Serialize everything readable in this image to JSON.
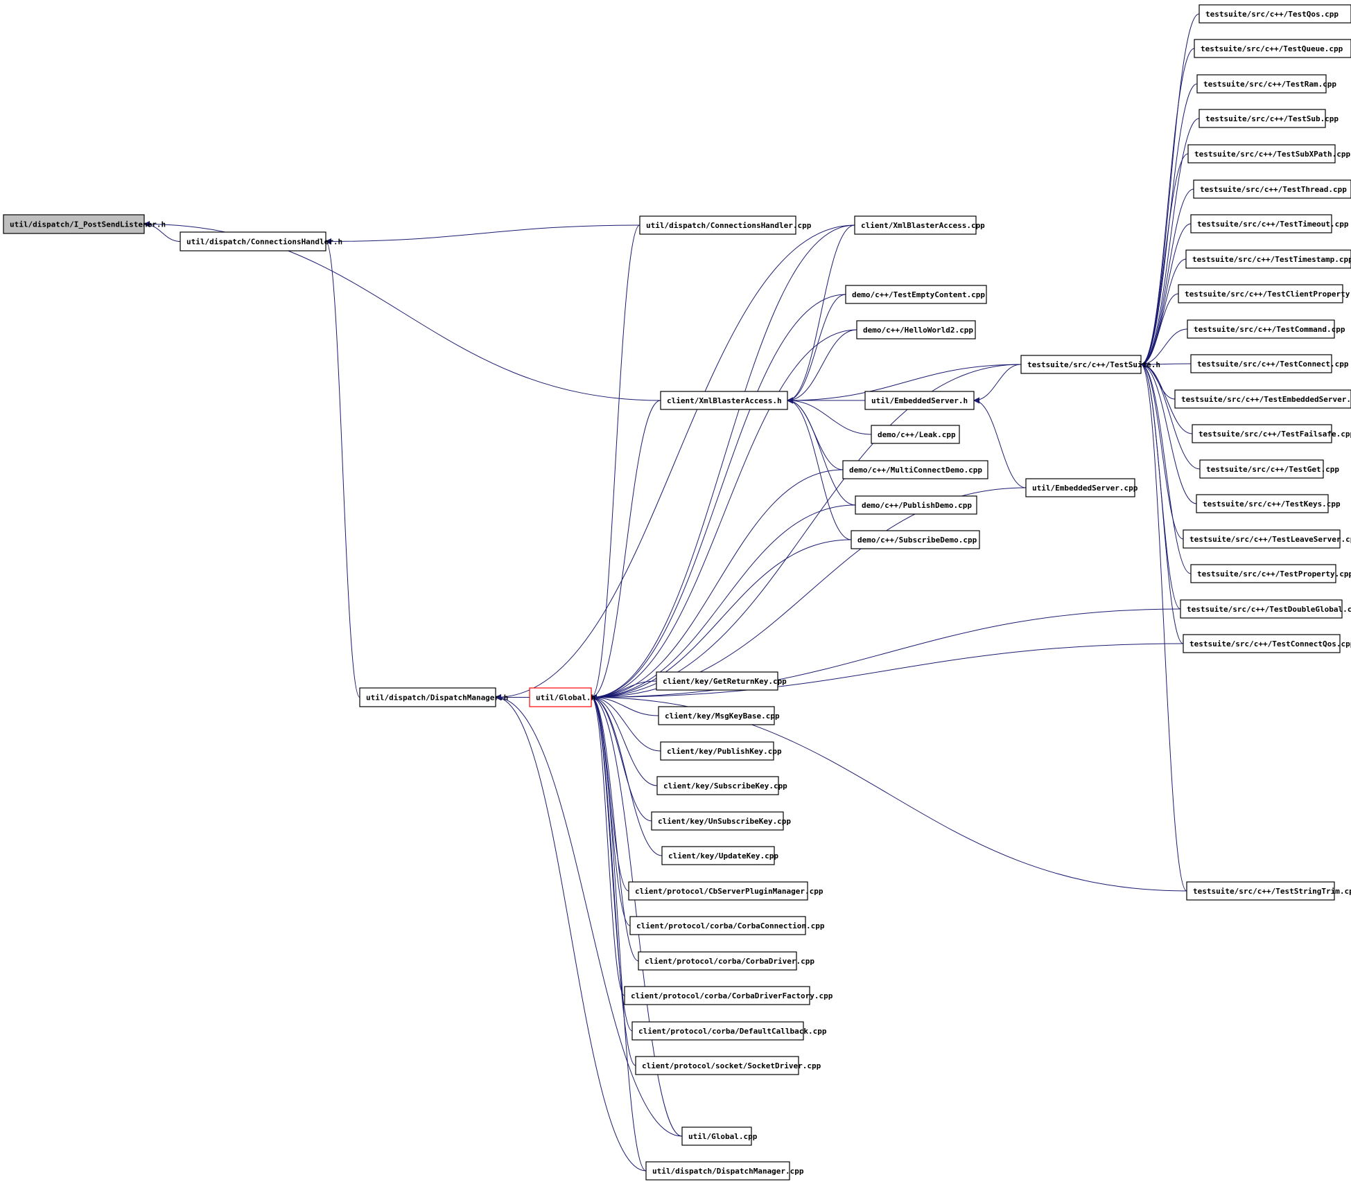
{
  "colors": {
    "edge": "#191970",
    "node_border": "#000000",
    "root_fill": "#bfbfbf",
    "highlight_border": "#ff0000",
    "background": "#ffffff"
  },
  "diagram": {
    "type": "include-dependency-graph",
    "root": "I_PostSendListener",
    "nodes": [
      {
        "id": "I_PostSendListener",
        "label": "util/dispatch/I_PostSendListener.h"
      },
      {
        "id": "ConnectionsHandler_h",
        "label": "util/dispatch/ConnectionsHandler.h"
      },
      {
        "id": "ConnectionsHandler_cpp",
        "label": "util/dispatch/ConnectionsHandler.cpp"
      },
      {
        "id": "XmlBlasterAccess_cpp",
        "label": "client/XmlBlasterAccess.cpp"
      },
      {
        "id": "TestEmptyContent",
        "label": "demo/c++/TestEmptyContent.cpp"
      },
      {
        "id": "HelloWorld2",
        "label": "demo/c++/HelloWorld2.cpp"
      },
      {
        "id": "XmlBlasterAccess_h",
        "label": "client/XmlBlasterAccess.h"
      },
      {
        "id": "EmbeddedServer_h",
        "label": "util/EmbeddedServer.h"
      },
      {
        "id": "Leak",
        "label": "demo/c++/Leak.cpp"
      },
      {
        "id": "MultiConnectDemo",
        "label": "demo/c++/MultiConnectDemo.cpp"
      },
      {
        "id": "PublishDemo",
        "label": "demo/c++/PublishDemo.cpp"
      },
      {
        "id": "SubscribeDemo",
        "label": "demo/c++/SubscribeDemo.cpp"
      },
      {
        "id": "EmbeddedServer_cpp",
        "label": "util/EmbeddedServer.cpp"
      },
      {
        "id": "TestSuite_h",
        "label": "testsuite/src/c++/TestSuite.h"
      },
      {
        "id": "TestQos",
        "label": "testsuite/src/c++/TestQos.cpp"
      },
      {
        "id": "TestQueue",
        "label": "testsuite/src/c++/TestQueue.cpp"
      },
      {
        "id": "TestRam",
        "label": "testsuite/src/c++/TestRam.cpp"
      },
      {
        "id": "TestSub",
        "label": "testsuite/src/c++/TestSub.cpp"
      },
      {
        "id": "TestSubXPath",
        "label": "testsuite/src/c++/TestSubXPath.cpp"
      },
      {
        "id": "TestThread",
        "label": "testsuite/src/c++/TestThread.cpp"
      },
      {
        "id": "TestTimeout",
        "label": "testsuite/src/c++/TestTimeout.cpp"
      },
      {
        "id": "TestTimestamp",
        "label": "testsuite/src/c++/TestTimestamp.cpp"
      },
      {
        "id": "TestClientProperty",
        "label": "testsuite/src/c++/TestClientProperty.cpp"
      },
      {
        "id": "TestCommand",
        "label": "testsuite/src/c++/TestCommand.cpp"
      },
      {
        "id": "TestConnect",
        "label": "testsuite/src/c++/TestConnect.cpp"
      },
      {
        "id": "TestEmbeddedServer",
        "label": "testsuite/src/c++/TestEmbeddedServer.cpp"
      },
      {
        "id": "TestFailsafe",
        "label": "testsuite/src/c++/TestFailsafe.cpp"
      },
      {
        "id": "TestGet",
        "label": "testsuite/src/c++/TestGet.cpp"
      },
      {
        "id": "TestKeys",
        "label": "testsuite/src/c++/TestKeys.cpp"
      },
      {
        "id": "TestLeaveServer",
        "label": "testsuite/src/c++/TestLeaveServer.cpp"
      },
      {
        "id": "TestProperty",
        "label": "testsuite/src/c++/TestProperty.cpp"
      },
      {
        "id": "TestDoubleGlobal",
        "label": "testsuite/src/c++/TestDoubleGlobal.cpp"
      },
      {
        "id": "TestConnectQos",
        "label": "testsuite/src/c++/TestConnectQos.cpp"
      },
      {
        "id": "TestStringTrim",
        "label": "testsuite/src/c++/TestStringTrim.cpp"
      },
      {
        "id": "DispatchManager_h",
        "label": "util/dispatch/DispatchManager.h"
      },
      {
        "id": "Global_h",
        "label": "util/Global.h"
      },
      {
        "id": "GetReturnKey",
        "label": "client/key/GetReturnKey.cpp"
      },
      {
        "id": "MsgKeyBase",
        "label": "client/key/MsgKeyBase.cpp"
      },
      {
        "id": "PublishKey",
        "label": "client/key/PublishKey.cpp"
      },
      {
        "id": "SubscribeKey",
        "label": "client/key/SubscribeKey.cpp"
      },
      {
        "id": "UnSubscribeKey",
        "label": "client/key/UnSubscribeKey.cpp"
      },
      {
        "id": "UpdateKey",
        "label": "client/key/UpdateKey.cpp"
      },
      {
        "id": "CbServerPluginManager",
        "label": "client/protocol/CbServerPluginManager.cpp"
      },
      {
        "id": "CorbaConnection",
        "label": "client/protocol/corba/CorbaConnection.cpp"
      },
      {
        "id": "CorbaDriver",
        "label": "client/protocol/corba/CorbaDriver.cpp"
      },
      {
        "id": "CorbaDriverFactory",
        "label": "client/protocol/corba/CorbaDriverFactory.cpp"
      },
      {
        "id": "DefaultCallback",
        "label": "client/protocol/corba/DefaultCallback.cpp"
      },
      {
        "id": "SocketDriver",
        "label": "client/protocol/socket/SocketDriver.cpp"
      },
      {
        "id": "Global_cpp",
        "label": "util/Global.cpp"
      },
      {
        "id": "DispatchManager_cpp",
        "label": "util/dispatch/DispatchManager.cpp"
      }
    ],
    "edges": [
      [
        "ConnectionsHandler_h",
        "I_PostSendListener"
      ],
      [
        "XmlBlasterAccess_h",
        "I_PostSendListener"
      ],
      [
        "ConnectionsHandler_cpp",
        "ConnectionsHandler_h"
      ],
      [
        "DispatchManager_h",
        "ConnectionsHandler_h"
      ],
      [
        "XmlBlasterAccess_cpp",
        "DispatchManager_h"
      ],
      [
        "Global_h",
        "DispatchManager_h"
      ],
      [
        "Global_cpp",
        "DispatchManager_h"
      ],
      [
        "DispatchManager_cpp",
        "DispatchManager_h"
      ],
      [
        "ConnectionsHandler_cpp",
        "Global_h"
      ],
      [
        "XmlBlasterAccess_cpp",
        "Global_h"
      ],
      [
        "TestSuite_h",
        "Global_h"
      ],
      [
        "TestEmptyContent",
        "Global_h"
      ],
      [
        "HelloWorld2",
        "Global_h"
      ],
      [
        "XmlBlasterAccess_h",
        "Global_h"
      ],
      [
        "MultiConnectDemo",
        "Global_h"
      ],
      [
        "PublishDemo",
        "Global_h"
      ],
      [
        "SubscribeDemo",
        "Global_h"
      ],
      [
        "EmbeddedServer_cpp",
        "Global_h"
      ],
      [
        "TestDoubleGlobal",
        "Global_h"
      ],
      [
        "TestConnectQos",
        "Global_h"
      ],
      [
        "GetReturnKey",
        "Global_h"
      ],
      [
        "MsgKeyBase",
        "Global_h"
      ],
      [
        "PublishKey",
        "Global_h"
      ],
      [
        "SubscribeKey",
        "Global_h"
      ],
      [
        "UnSubscribeKey",
        "Global_h"
      ],
      [
        "UpdateKey",
        "Global_h"
      ],
      [
        "CbServerPluginManager",
        "Global_h"
      ],
      [
        "CorbaConnection",
        "Global_h"
      ],
      [
        "CorbaDriver",
        "Global_h"
      ],
      [
        "CorbaDriverFactory",
        "Global_h"
      ],
      [
        "DefaultCallback",
        "Global_h"
      ],
      [
        "SocketDriver",
        "Global_h"
      ],
      [
        "TestStringTrim",
        "Global_h"
      ],
      [
        "Global_cpp",
        "Global_h"
      ],
      [
        "DispatchManager_cpp",
        "Global_h"
      ],
      [
        "XmlBlasterAccess_cpp",
        "XmlBlasterAccess_h"
      ],
      [
        "TestEmptyContent",
        "XmlBlasterAccess_h"
      ],
      [
        "HelloWorld2",
        "XmlBlasterAccess_h"
      ],
      [
        "TestSuite_h",
        "XmlBlasterAccess_h"
      ],
      [
        "EmbeddedServer_h",
        "XmlBlasterAccess_h"
      ],
      [
        "Leak",
        "XmlBlasterAccess_h"
      ],
      [
        "MultiConnectDemo",
        "XmlBlasterAccess_h"
      ],
      [
        "PublishDemo",
        "XmlBlasterAccess_h"
      ],
      [
        "SubscribeDemo",
        "XmlBlasterAccess_h"
      ],
      [
        "TestSuite_h",
        "EmbeddedServer_h"
      ],
      [
        "EmbeddedServer_cpp",
        "EmbeddedServer_h"
      ],
      [
        "TestQos",
        "TestSuite_h"
      ],
      [
        "TestQueue",
        "TestSuite_h"
      ],
      [
        "TestRam",
        "TestSuite_h"
      ],
      [
        "TestSub",
        "TestSuite_h"
      ],
      [
        "TestSubXPath",
        "TestSuite_h"
      ],
      [
        "TestThread",
        "TestSuite_h"
      ],
      [
        "TestTimeout",
        "TestSuite_h"
      ],
      [
        "TestTimestamp",
        "TestSuite_h"
      ],
      [
        "TestClientProperty",
        "TestSuite_h"
      ],
      [
        "TestCommand",
        "TestSuite_h"
      ],
      [
        "TestConnect",
        "TestSuite_h"
      ],
      [
        "TestEmbeddedServer",
        "TestSuite_h"
      ],
      [
        "TestFailsafe",
        "TestSuite_h"
      ],
      [
        "TestGet",
        "TestSuite_h"
      ],
      [
        "TestKeys",
        "TestSuite_h"
      ],
      [
        "TestLeaveServer",
        "TestSuite_h"
      ],
      [
        "TestProperty",
        "TestSuite_h"
      ],
      [
        "TestDoubleGlobal",
        "TestSuite_h"
      ],
      [
        "TestConnectQos",
        "TestSuite_h"
      ],
      [
        "TestStringTrim",
        "TestSuite_h"
      ]
    ]
  }
}
